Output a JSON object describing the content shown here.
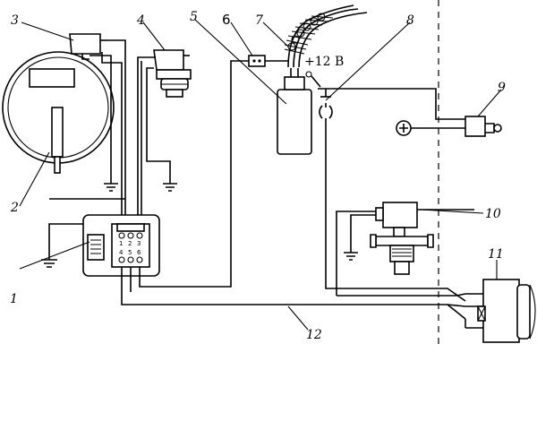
{
  "labels": [
    {
      "id": "1",
      "text": "1"
    },
    {
      "id": "2",
      "text": "2"
    },
    {
      "id": "3",
      "text": "3"
    },
    {
      "id": "4",
      "text": "4"
    },
    {
      "id": "5",
      "text": "5"
    },
    {
      "id": "6",
      "text": "6"
    },
    {
      "id": "7",
      "text": "7"
    },
    {
      "id": "8",
      "text": "8"
    },
    {
      "id": "9",
      "text": "9"
    },
    {
      "id": "10",
      "text": "10"
    },
    {
      "id": "11",
      "text": "11"
    },
    {
      "id": "12",
      "text": "12"
    }
  ],
  "supply": {
    "text": "+12 В"
  },
  "terminal_block": {
    "pins": [
      "1",
      "2",
      "3",
      "4",
      "5",
      "6"
    ]
  }
}
